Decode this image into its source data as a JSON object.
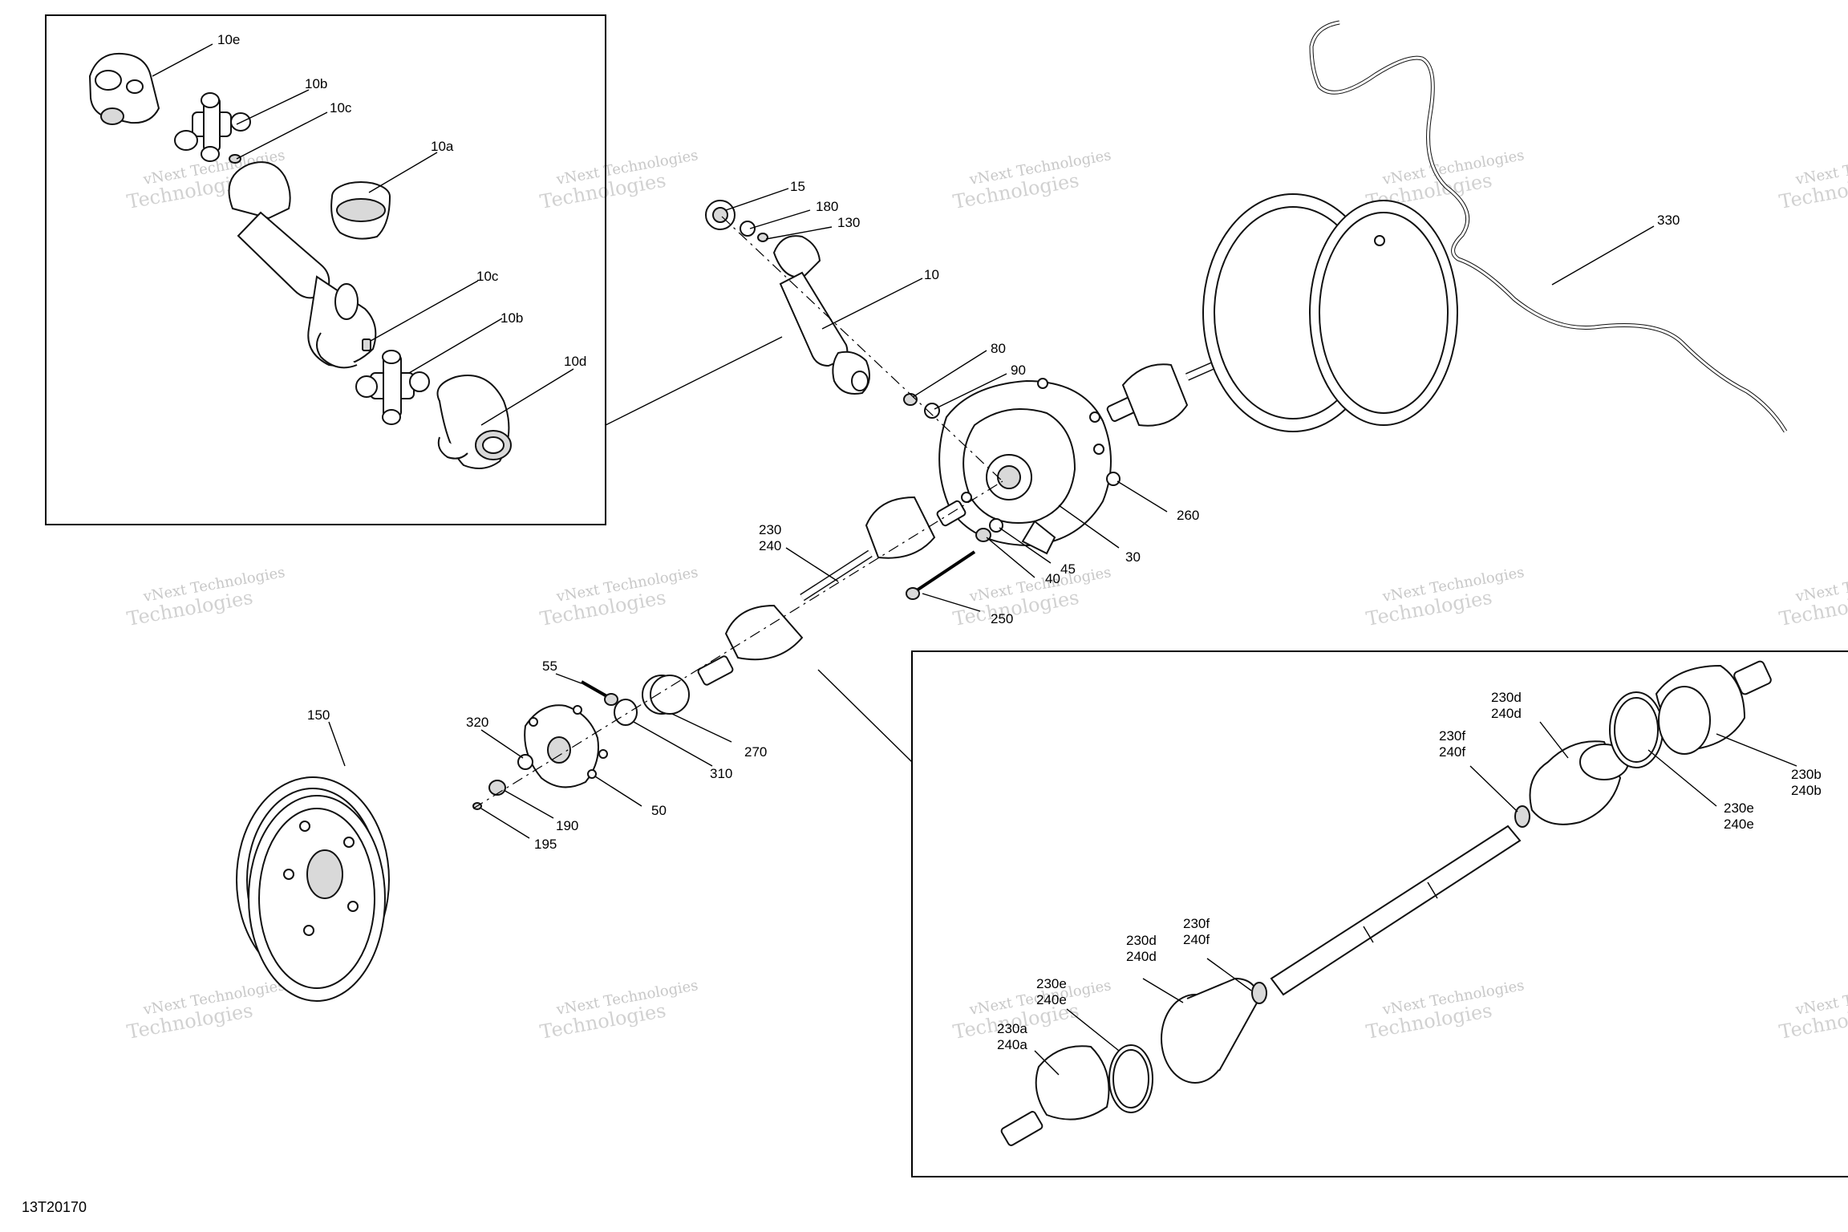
{
  "drawing_code": "13T20170",
  "watermark": {
    "line1": "vNext Technologies",
    "line2": "Technologies"
  },
  "labels": [
    {
      "id": "10e",
      "text": "10e"
    },
    {
      "id": "10b-top",
      "text": "10b"
    },
    {
      "id": "10c-top",
      "text": "10c"
    },
    {
      "id": "10a",
      "text": "10a"
    },
    {
      "id": "10c-bot",
      "text": "10c"
    },
    {
      "id": "10b-bot",
      "text": "10b"
    },
    {
      "id": "10d",
      "text": "10d"
    },
    {
      "id": "15",
      "text": "15"
    },
    {
      "id": "180",
      "text": "180"
    },
    {
      "id": "130",
      "text": "130"
    },
    {
      "id": "10",
      "text": "10"
    },
    {
      "id": "80",
      "text": "80"
    },
    {
      "id": "90",
      "text": "90"
    },
    {
      "id": "330",
      "text": "330"
    },
    {
      "id": "260",
      "text": "260"
    },
    {
      "id": "30",
      "text": "30"
    },
    {
      "id": "45",
      "text": "45"
    },
    {
      "id": "40",
      "text": "40"
    },
    {
      "id": "250",
      "text": "250"
    },
    {
      "id": "230",
      "text": "230"
    },
    {
      "id": "240",
      "text": "240"
    },
    {
      "id": "55",
      "text": "55"
    },
    {
      "id": "150",
      "text": "150"
    },
    {
      "id": "320",
      "text": "320"
    },
    {
      "id": "270",
      "text": "270"
    },
    {
      "id": "310",
      "text": "310"
    },
    {
      "id": "190",
      "text": "190"
    },
    {
      "id": "50",
      "text": "50"
    },
    {
      "id": "195",
      "text": "195"
    },
    {
      "id": "230d-a",
      "text": "230d"
    },
    {
      "id": "240d-a",
      "text": "240d"
    },
    {
      "id": "230f-a",
      "text": "230f"
    },
    {
      "id": "240f-a",
      "text": "240f"
    },
    {
      "id": "230b",
      "text": "230b"
    },
    {
      "id": "240b",
      "text": "240b"
    },
    {
      "id": "230e-a",
      "text": "230e"
    },
    {
      "id": "240e-a",
      "text": "240e"
    },
    {
      "id": "230d-b",
      "text": "230d"
    },
    {
      "id": "240d-b",
      "text": "240d"
    },
    {
      "id": "230f-b",
      "text": "230f"
    },
    {
      "id": "240f-b",
      "text": "240f"
    },
    {
      "id": "230e-b",
      "text": "230e"
    },
    {
      "id": "240e-b",
      "text": "240e"
    },
    {
      "id": "230a",
      "text": "230a"
    },
    {
      "id": "240a",
      "text": "240a"
    }
  ]
}
